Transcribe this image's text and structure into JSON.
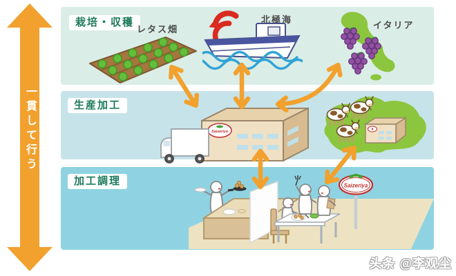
{
  "flow_arrow": {
    "label": "一貫して行う"
  },
  "stages": [
    {
      "title": "栽培・収穫",
      "locations": [
        {
          "label": "レタス畑"
        },
        {
          "label": "北極海"
        },
        {
          "label": "イタリア"
        }
      ]
    },
    {
      "title": "生産加工",
      "locations": []
    },
    {
      "title": "加工調理",
      "locations": []
    }
  ],
  "brand": "Saizeriya",
  "watermark": "头条 @李观尘",
  "colors": {
    "accent_orange": "#F2A12E",
    "stage1_bg": "#DBEDE7",
    "stage2_bg": "#C6E3E9",
    "stage3_bg": "#8FD3E2",
    "title_green": "#1E7A5C",
    "map_green": "#8CC63E",
    "logo_red": "#C03030"
  }
}
